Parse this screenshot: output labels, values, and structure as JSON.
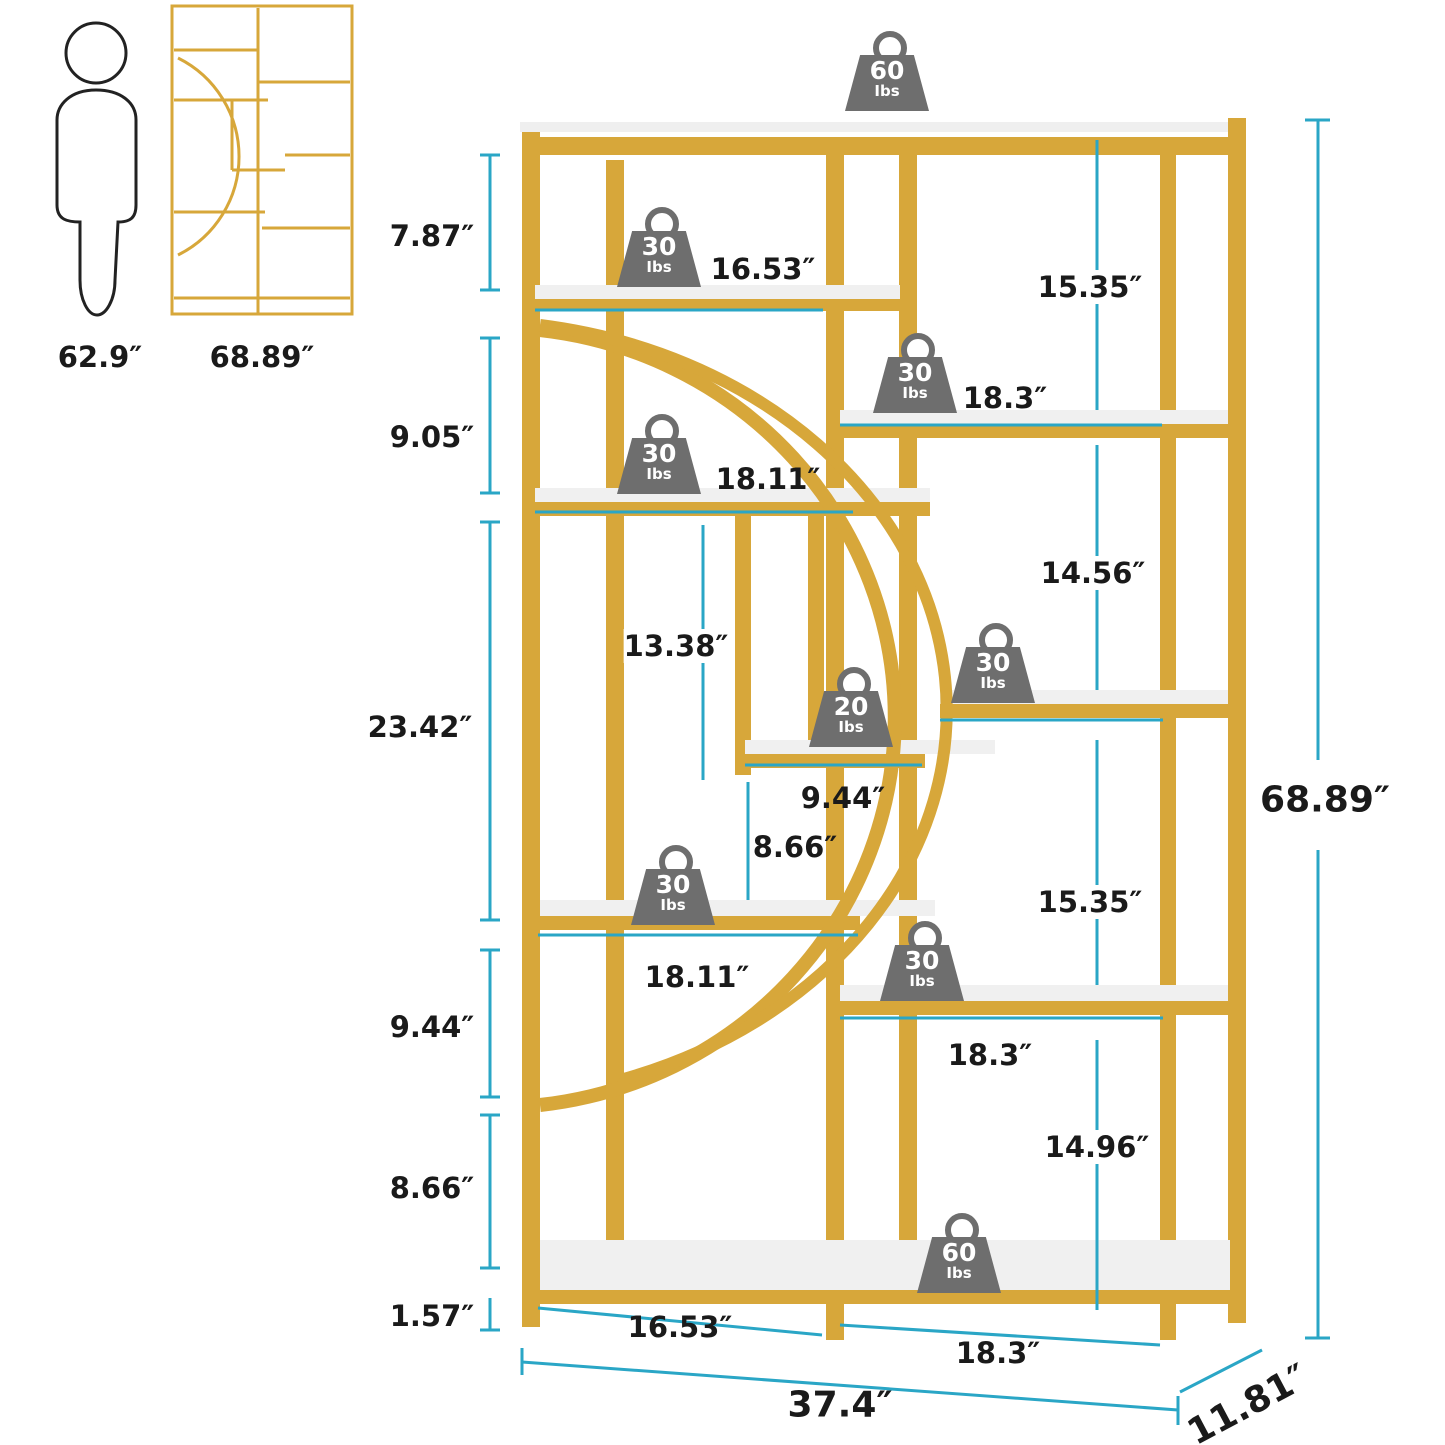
{
  "colors": {
    "frame": "#d7a73a",
    "dimension": "#2aa6c6",
    "weight_badge": "#6e6e6e",
    "shelf": "#f3f3f3"
  },
  "comparison": {
    "person_height": "62.9″",
    "shelf_height": "68.89″"
  },
  "left_heights": [
    "7.87″",
    "9.05″",
    "23.42″",
    "9.44″",
    "8.66″",
    "1.57″"
  ],
  "right_heights": [
    "15.35″",
    "14.56″",
    "15.35″",
    "14.96″"
  ],
  "inner": {
    "mid_height_a": "13.38″",
    "mid_height_b": "8.66″",
    "small_shelf_width": "9.44″"
  },
  "shelf_widths": {
    "top_left": "16.53″",
    "upper_right": "18.3″",
    "second_left": "18.11″",
    "lower_left": "18.11″",
    "lower_right": "18.3″",
    "bottom_left": "16.53″",
    "bottom_right": "18.3″"
  },
  "overall": {
    "height": "68.89″",
    "width": "37.4″",
    "depth": "11.81″"
  },
  "weights": [
    {
      "value": "60",
      "unit": "Ibs"
    },
    {
      "value": "30",
      "unit": "Ibs"
    },
    {
      "value": "30",
      "unit": "Ibs"
    },
    {
      "value": "30",
      "unit": "Ibs"
    },
    {
      "value": "30",
      "unit": "Ibs"
    },
    {
      "value": "20",
      "unit": "Ibs"
    },
    {
      "value": "30",
      "unit": "Ibs"
    },
    {
      "value": "30",
      "unit": "Ibs"
    },
    {
      "value": "60",
      "unit": "Ibs"
    }
  ]
}
